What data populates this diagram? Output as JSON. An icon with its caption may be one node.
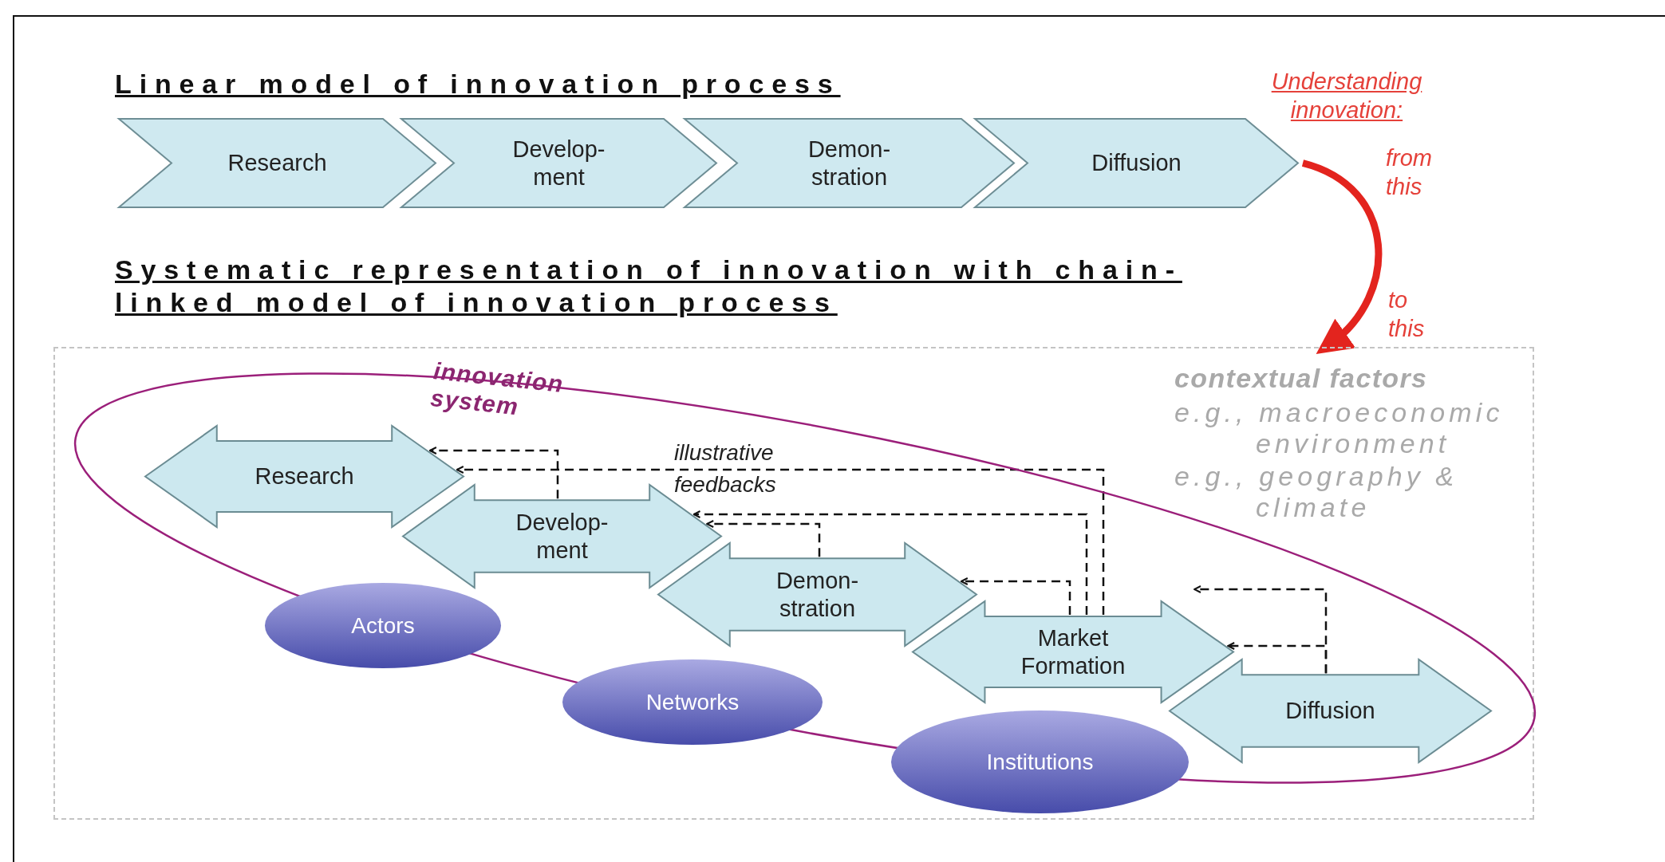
{
  "diagram": {
    "nodes": [
      {
        "text": [
          "Research"
        ]
      },
      {
        "text": [
          "Develop- ment"
        ]
      },
      {
        "text": [
          "Demon- stration"
        ]
      },
      {
        "text": [
          "Diffusion"
        ]
      },
      {
        "text": [
          "contextual factors",
          "e.g., macroeconomic environment",
          "e.g., geography & climate"
        ]
      },
      {
        "text": [
          "innovation system"
        ],
        "in": 4
      },
      {
        "text": [
          "Research"
        ],
        "in": 5
      },
      {
        "text": [
          "Develop- ment"
        ],
        "in": 5
      },
      {
        "text": [
          "Demon- stration"
        ],
        "in": 5
      },
      {
        "text": [
          "Market Formation"
        ],
        "in": 5
      },
      {
        "text": [
          "Diffusion"
        ],
        "in": 5
      },
      {
        "text": [
          "Actors"
        ],
        "in": 5
      },
      {
        "text": [
          "Networks"
        ],
        "in": 5
      },
      {
        "text": [
          "Institutions"
        ],
        "in": 4
      }
    ],
    "edges": [
      {
        "from": 7,
        "to": 6,
        "arrow": "to",
        "style": "dashed"
      },
      {
        "from": 9,
        "to": 6,
        "arrow": "to",
        "style": "dashed"
      },
      {
        "from": 9,
        "to": 7,
        "arrow": "to",
        "style": "dashed"
      },
      {
        "from": 8,
        "to": 7,
        "arrow": "to",
        "style": "dashed"
      },
      {
        "from": 9,
        "to": 8,
        "arrow": "to",
        "style": "dashed"
      },
      {
        "from": 10,
        "to": 9,
        "arrow": "to",
        "style": "dashed"
      },
      {
        "from": 10,
        "to": 9,
        "arrow": "to",
        "style": "dashed"
      },
      {
        "from": 3,
        "to": 4,
        "arrow": "to",
        "style": "thick",
        "color": "#e3241e"
      }
    ],
    "labels": [
      "Linear model of innovation process",
      "Understanding innovation:",
      "from this",
      "Systematic representation of innovation with chain- linked model of innovation process",
      "to this",
      "illustrative feedbacks"
    ]
  }
}
